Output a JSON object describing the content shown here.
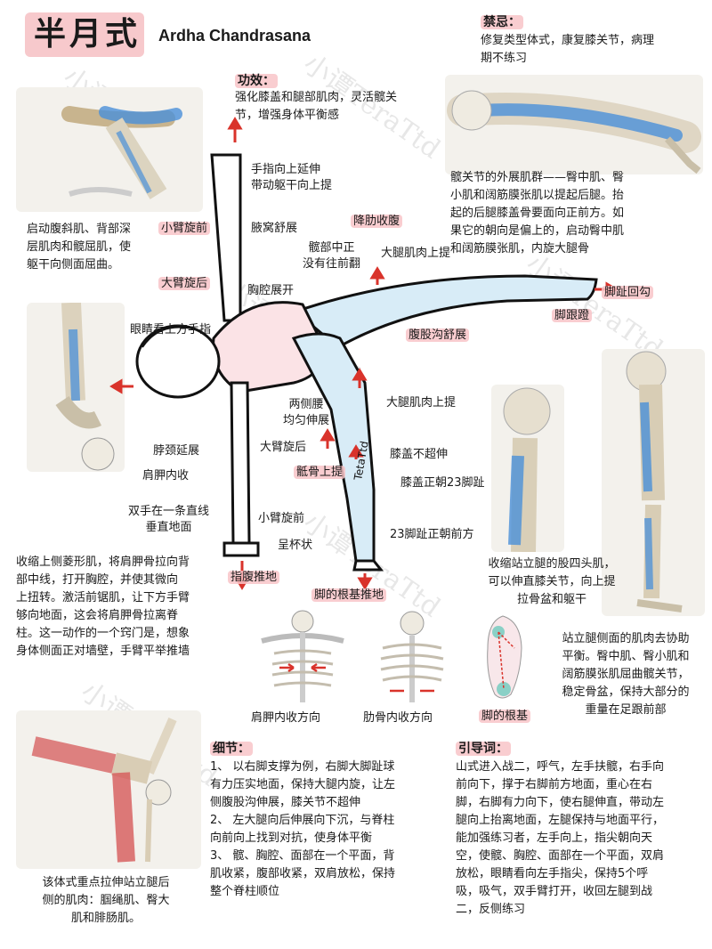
{
  "title": {
    "cn": "半月式",
    "en": "Ardha Chandrasana"
  },
  "contraindication": {
    "heading": "禁忌：",
    "body": "修复类型体式，康复膝关节，病理\n期不练习"
  },
  "benefits": {
    "heading": "功效：",
    "body": "强化膝盖和腿部肌肉，灵活髋关\n节，增强身体平衡感"
  },
  "notes": {
    "top_left": "启动腹斜肌、背部深\n层肌肉和髋屈肌，使\n躯干向侧面屈曲。",
    "top_right": "髋关节的外展肌群——臀中肌、臀\n小肌和阔筋膜张肌以提起后腿。抬\n起的后腿膝盖骨要面向正前方。如\n果它的朝向是偏上的，启动臀中肌\n和阔筋膜张肌，内旋大腿骨",
    "mid_left": "收缩上侧菱形肌，将肩胛骨拉向背\n部中线，打开胸腔，并使其微向\n上扭转。激活前锯肌，让下方手臂\n够向地面，这会将肩胛骨拉离脊\n柱。这一动作的一个窍门是，想象\n身体侧面正对墙壁，手臂平举推墙",
    "mid_right": "收缩站立腿的股四头肌，\n可以伸直膝关节，向上提\n拉骨盆和躯干",
    "right_lower": "站立腿侧面的肌肉去协助\n平衡。臀中肌、臀小肌和\n阔筋膜张肌屈曲髋关节，\n稳定骨盆，保持大部分的\n重量在足跟前部",
    "bottom_left": "该体式重点拉伸站立腿后\n侧的肌肉：腘绳肌、臀大\n肌和腓肠肌。"
  },
  "details": {
    "heading": "细节：",
    "body": "1、 以右脚支撑为例，右脚大脚趾球\n有力压实地面，保持大腿内旋，让左\n侧腹股沟伸展，膝关节不超伸\n2、 左大腿向后伸展向下沉，与脊柱\n向前向上找到对抗，使身体平衡\n3、 髋、胸腔、面部在一个平面，背\n肌收紧，腹部收紧，双肩放松，保持\n整个脊柱顺位"
  },
  "guidance": {
    "heading": "引导词：",
    "body": "山式进入战二，呼气，左手扶髋，右手向\n前向下，撑于右脚前方地面，重心在右\n脚，右脚有力向下，使右腿伸直，带动左\n腿向上抬离地面，左腿保持与地面平行，\n能加强练习者，左手向上，指尖朝向天\n空，使髋、胸腔、面部在一个平面，双肩\n放松，眼睛看向左手指尖，保持5个呼\n吸，吸气，双手臂打开，收回左腿到战\n二，反侧练习"
  },
  "captions": {
    "scapula": "肩胛内收方向",
    "rib": "肋骨内收方向",
    "foot": "脚的根基"
  },
  "pose_labels": {
    "fingers_up": "手指向上延伸\n带动躯干向上提",
    "forearm_rotate_in": "小臂旋前",
    "armpit": "腋窝舒展",
    "ribs_drop": "降肋收腹",
    "hip_square": "髋部中正\n没有往前翻",
    "thigh_lift_top": "大腿肌肉上提",
    "toe_hook": "脚趾回勾",
    "upper_arm_rotate_out": "大臂旋后",
    "chest_open": "胸腔展开",
    "heel_push": "脚跟蹬",
    "eyes_up": "眼睛看上方手指",
    "groin_stretch": "腹股沟舒展",
    "waist_even": "两侧腰\n均匀伸展",
    "thigh_lift_standing": "大腿肌肉上提",
    "neck_extend": "脖颈延展",
    "upper_arm_rotate_out_low": "大臂旋后",
    "sacrum_lift": "骶骨上提",
    "knee_no_hyper": "膝盖不超伸",
    "shoulder_adduct": "肩胛内收",
    "kneecap_forward": "膝盖正朝23脚趾",
    "hands_line": "双手在一条直线\n垂直地面",
    "forearm_rotate_in_low": "小臂旋前",
    "cup_shape": "呈杯状",
    "toes_forward": "23脚趾正朝前方",
    "press_floor": "指腹推地",
    "foot_base_push": "脚的根基推地"
  },
  "leg_text": "TetaTtd",
  "watermark": "小谭TeraTtd",
  "colors": {
    "accent_red": "#d9332b",
    "highlight": "#f8c4c8",
    "muscle_blue": "#4a90d9",
    "body_fill": "#d8ecf7"
  }
}
